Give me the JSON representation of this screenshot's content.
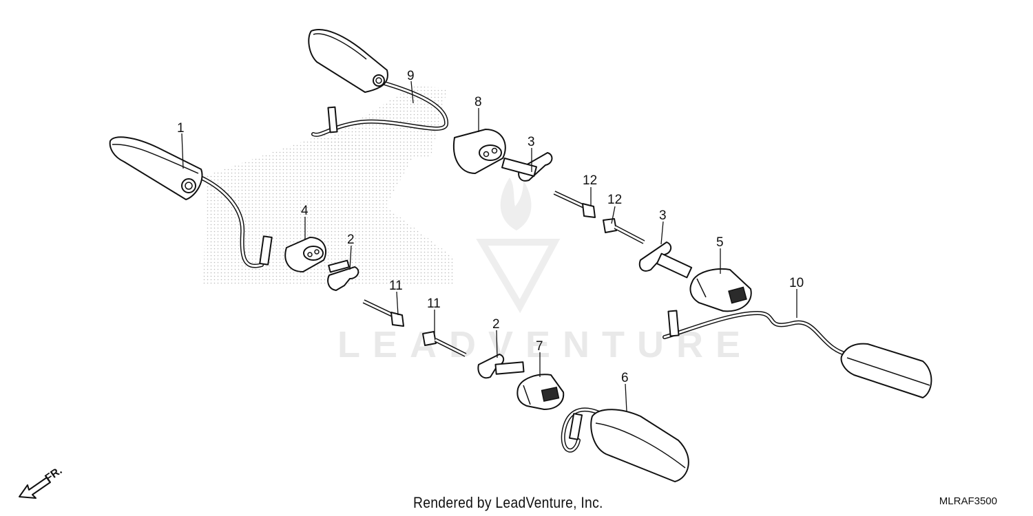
{
  "diagram": {
    "callouts": {
      "c1": "1",
      "c2a": "2",
      "c2b": "2",
      "c3a": "3",
      "c3b": "3",
      "c4": "4",
      "c5": "5",
      "c6": "6",
      "c7": "7",
      "c8": "8",
      "c9": "9",
      "c10": "10",
      "c11a": "11",
      "c11b": "11",
      "c12a": "12",
      "c12b": "12"
    },
    "direction_marker": "FR.",
    "diagram_code": "MLRAF3500"
  },
  "footer": {
    "credit": "Rendered by LeadVenture, Inc."
  },
  "watermark": {
    "text": "LEADVENTURE"
  },
  "colors": {
    "line": "#111111",
    "stipple": "#bbbbbb",
    "watermark": "#e9e9e9"
  }
}
